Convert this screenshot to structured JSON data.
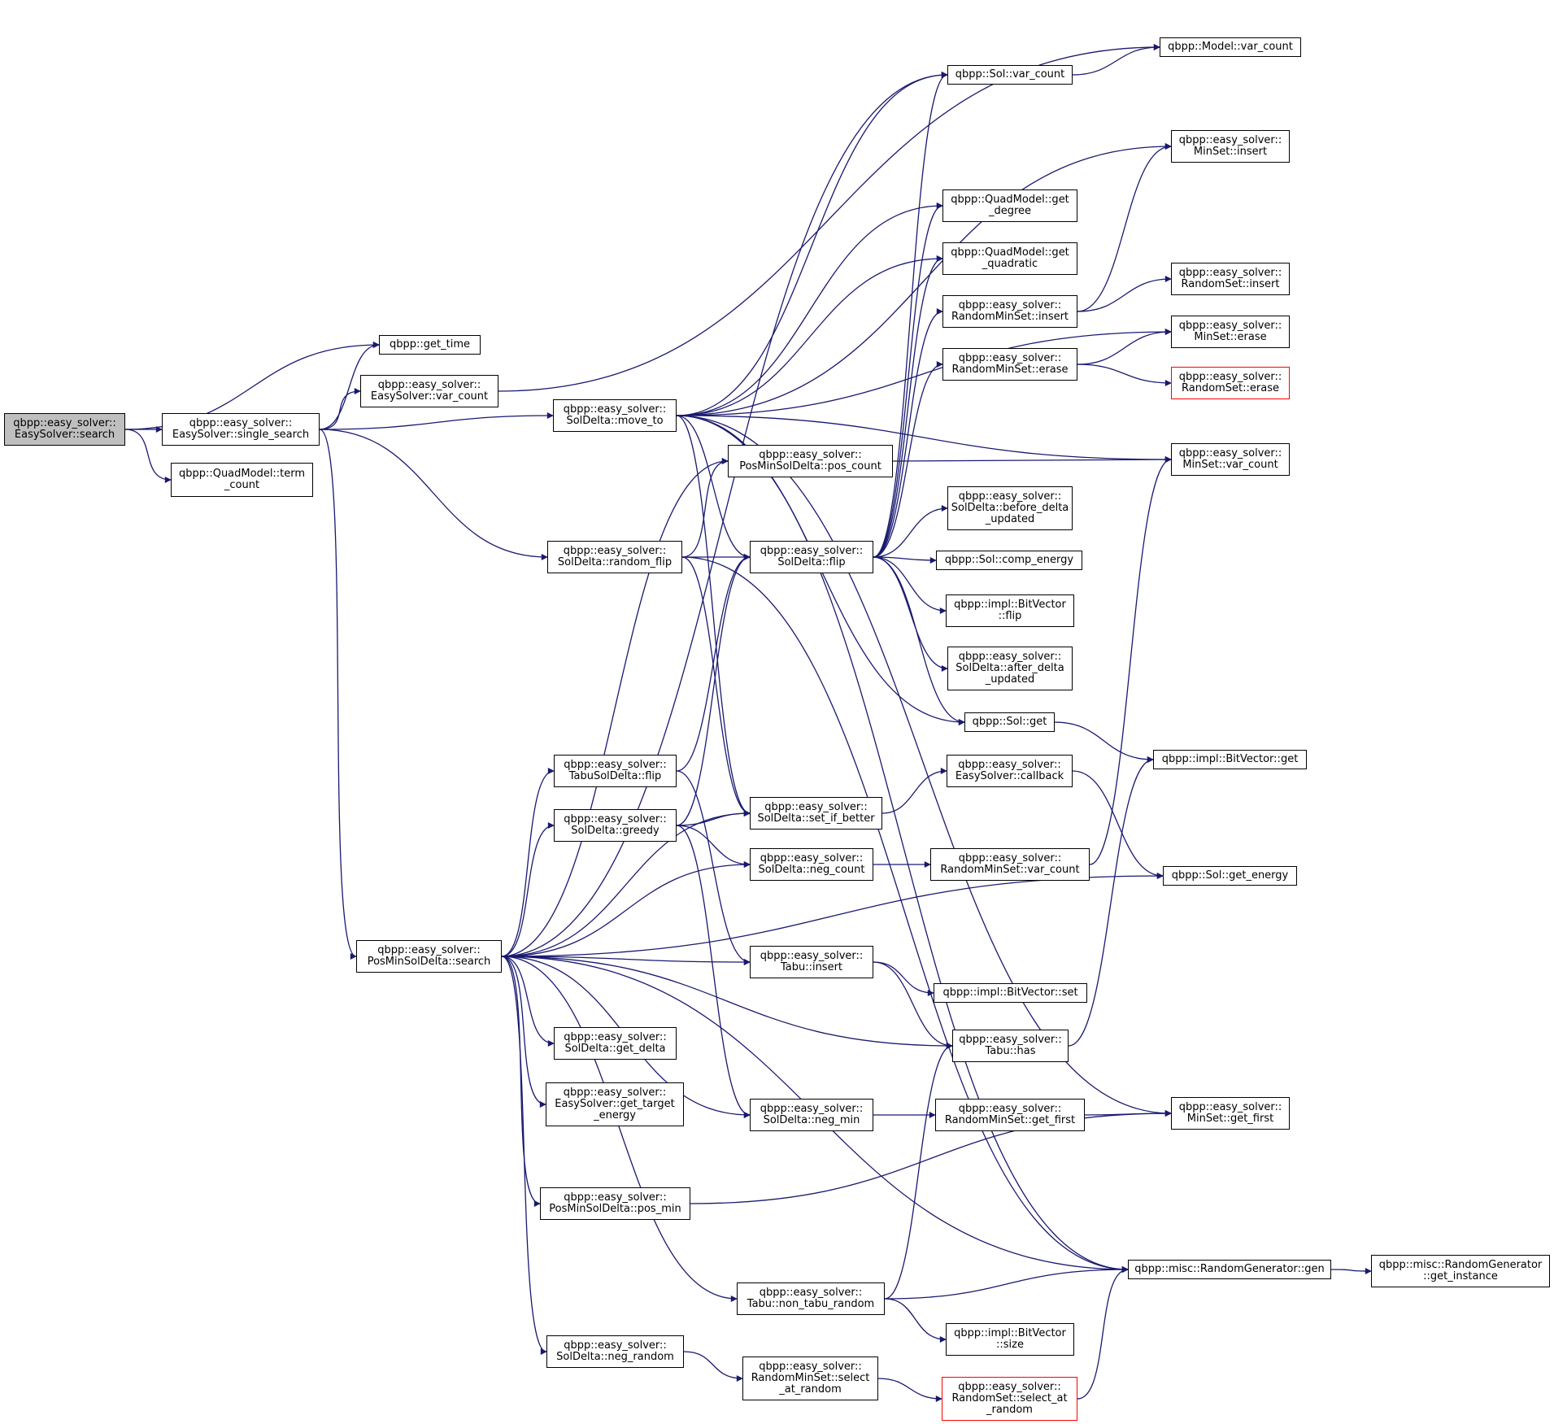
{
  "diagram": {
    "colors": {
      "edge": "#191970",
      "node_border": "#000000",
      "root_fill": "#bfbfbf",
      "truncated_border": "#ff0000"
    },
    "nodes": [
      {
        "id": "root",
        "lines": [
          "qbpp::easy_solver::",
          "EasySolver::search"
        ],
        "root": true
      },
      {
        "id": "get_time",
        "lines": [
          "qbpp::get_time"
        ]
      },
      {
        "id": "es_var_count",
        "lines": [
          "qbpp::easy_solver::",
          "EasySolver::var_count"
        ]
      },
      {
        "id": "single_search",
        "lines": [
          "qbpp::easy_solver::",
          "EasySolver::single_search"
        ]
      },
      {
        "id": "term_count",
        "lines": [
          "qbpp::QuadModel::term",
          "_count"
        ]
      },
      {
        "id": "move_to",
        "lines": [
          "qbpp::easy_solver::",
          "SolDelta::move_to"
        ]
      },
      {
        "id": "random_flip",
        "lines": [
          "qbpp::easy_solver::",
          "SolDelta::random_flip"
        ]
      },
      {
        "id": "pms_search",
        "lines": [
          "qbpp::easy_solver::",
          "PosMinSolDelta::search"
        ]
      },
      {
        "id": "pos_count",
        "lines": [
          "qbpp::easy_solver::",
          "PosMinSolDelta::pos_count"
        ]
      },
      {
        "id": "sd_flip",
        "lines": [
          "qbpp::easy_solver::",
          "SolDelta::flip"
        ]
      },
      {
        "id": "tabu_flip",
        "lines": [
          "qbpp::easy_solver::",
          "TabuSolDelta::flip"
        ]
      },
      {
        "id": "greedy",
        "lines": [
          "qbpp::easy_solver::",
          "SolDelta::greedy"
        ]
      },
      {
        "id": "set_if_better",
        "lines": [
          "qbpp::easy_solver::",
          "SolDelta::set_if_better"
        ]
      },
      {
        "id": "neg_count",
        "lines": [
          "qbpp::easy_solver::",
          "SolDelta::neg_count"
        ]
      },
      {
        "id": "tabu_insert",
        "lines": [
          "qbpp::easy_solver::",
          "Tabu::insert"
        ]
      },
      {
        "id": "get_delta",
        "lines": [
          "qbpp::easy_solver::",
          "SolDelta::get_delta"
        ]
      },
      {
        "id": "get_target_energy",
        "lines": [
          "qbpp::easy_solver::",
          "EasySolver::get_target",
          "_energy"
        ]
      },
      {
        "id": "neg_min",
        "lines": [
          "qbpp::easy_solver::",
          "SolDelta::neg_min"
        ]
      },
      {
        "id": "pos_min",
        "lines": [
          "qbpp::easy_solver::",
          "PosMinSolDelta::pos_min"
        ]
      },
      {
        "id": "non_tabu_random",
        "lines": [
          "qbpp::easy_solver::",
          "Tabu::non_tabu_random"
        ]
      },
      {
        "id": "neg_random",
        "lines": [
          "qbpp::easy_solver::",
          "SolDelta::neg_random"
        ]
      },
      {
        "id": "rms_select_at_random",
        "lines": [
          "qbpp::easy_solver::",
          "RandomMinSet::select",
          "_at_random"
        ]
      },
      {
        "id": "sol_var_count",
        "lines": [
          "qbpp::Sol::var_count"
        ]
      },
      {
        "id": "get_degree",
        "lines": [
          "qbpp::QuadModel::get",
          "_degree"
        ]
      },
      {
        "id": "get_quadratic",
        "lines": [
          "qbpp::QuadModel::get",
          "_quadratic"
        ]
      },
      {
        "id": "rms_insert",
        "lines": [
          "qbpp::easy_solver::",
          "RandomMinSet::insert"
        ]
      },
      {
        "id": "rms_erase",
        "lines": [
          "qbpp::easy_solver::",
          "RandomMinSet::erase"
        ]
      },
      {
        "id": "before_delta",
        "lines": [
          "qbpp::easy_solver::",
          "SolDelta::before_delta",
          "_updated"
        ]
      },
      {
        "id": "comp_energy",
        "lines": [
          "qbpp::Sol::comp_energy"
        ]
      },
      {
        "id": "bv_flip",
        "lines": [
          "qbpp::impl::BitVector",
          "::flip"
        ]
      },
      {
        "id": "after_delta",
        "lines": [
          "qbpp::easy_solver::",
          "SolDelta::after_delta",
          "_updated"
        ]
      },
      {
        "id": "sol_get",
        "lines": [
          "qbpp::Sol::get"
        ]
      },
      {
        "id": "callback",
        "lines": [
          "qbpp::easy_solver::",
          "EasySolver::callback"
        ]
      },
      {
        "id": "rms_var_count",
        "lines": [
          "qbpp::easy_solver::",
          "RandomMinSet::var_count"
        ]
      },
      {
        "id": "bv_set",
        "lines": [
          "qbpp::impl::BitVector::set"
        ]
      },
      {
        "id": "tabu_has",
        "lines": [
          "qbpp::easy_solver::",
          "Tabu::has"
        ]
      },
      {
        "id": "rms_get_first",
        "lines": [
          "qbpp::easy_solver::",
          "RandomMinSet::get_first"
        ]
      },
      {
        "id": "bv_size",
        "lines": [
          "qbpp::impl::BitVector",
          "::size"
        ]
      },
      {
        "id": "rs_select_at_random",
        "lines": [
          "qbpp::easy_solver::",
          "RandomSet::select_at",
          "_random"
        ],
        "truncated": true
      },
      {
        "id": "model_var_count",
        "lines": [
          "qbpp::Model::var_count"
        ]
      },
      {
        "id": "ms_insert",
        "lines": [
          "qbpp::easy_solver::",
          "MinSet::insert"
        ]
      },
      {
        "id": "rs_insert",
        "lines": [
          "qbpp::easy_solver::",
          "RandomSet::insert"
        ]
      },
      {
        "id": "ms_erase",
        "lines": [
          "qbpp::easy_solver::",
          "MinSet::erase"
        ]
      },
      {
        "id": "rs_erase",
        "lines": [
          "qbpp::easy_solver::",
          "RandomSet::erase"
        ],
        "truncated": true
      },
      {
        "id": "ms_var_count",
        "lines": [
          "qbpp::easy_solver::",
          "MinSet::var_count"
        ]
      },
      {
        "id": "bv_get",
        "lines": [
          "qbpp::impl::BitVector::get"
        ]
      },
      {
        "id": "sol_get_energy",
        "lines": [
          "qbpp::Sol::get_energy"
        ]
      },
      {
        "id": "ms_get_first",
        "lines": [
          "qbpp::easy_solver::",
          "MinSet::get_first"
        ]
      },
      {
        "id": "rg_gen",
        "lines": [
          "qbpp::misc::RandomGenerator::gen"
        ]
      },
      {
        "id": "rg_get_instance",
        "lines": [
          "qbpp::misc::RandomGenerator",
          "::get_instance"
        ]
      }
    ],
    "edges": [
      [
        "root",
        "get_time"
      ],
      [
        "root",
        "single_search"
      ],
      [
        "root",
        "term_count"
      ],
      [
        "single_search",
        "get_time"
      ],
      [
        "single_search",
        "es_var_count"
      ],
      [
        "single_search",
        "move_to"
      ],
      [
        "single_search",
        "random_flip"
      ],
      [
        "single_search",
        "pms_search"
      ],
      [
        "es_var_count",
        "model_var_count"
      ],
      [
        "move_to",
        "sol_var_count"
      ],
      [
        "move_to",
        "ms_insert"
      ],
      [
        "move_to",
        "get_degree"
      ],
      [
        "move_to",
        "get_quadratic"
      ],
      [
        "move_to",
        "ms_erase"
      ],
      [
        "move_to",
        "ms_var_count"
      ],
      [
        "move_to",
        "sd_flip"
      ],
      [
        "move_to",
        "sol_get"
      ],
      [
        "move_to",
        "set_if_better"
      ],
      [
        "move_to",
        "rg_gen"
      ],
      [
        "move_to",
        "ms_get_first"
      ],
      [
        "random_flip",
        "pos_count"
      ],
      [
        "random_flip",
        "sd_flip"
      ],
      [
        "random_flip",
        "set_if_better"
      ],
      [
        "random_flip",
        "rg_gen"
      ],
      [
        "pos_count",
        "ms_var_count"
      ],
      [
        "sd_flip",
        "sol_var_count"
      ],
      [
        "sd_flip",
        "get_degree"
      ],
      [
        "sd_flip",
        "get_quadratic"
      ],
      [
        "sd_flip",
        "rms_insert"
      ],
      [
        "sd_flip",
        "rms_erase"
      ],
      [
        "sd_flip",
        "before_delta"
      ],
      [
        "sd_flip",
        "comp_energy"
      ],
      [
        "sd_flip",
        "bv_flip"
      ],
      [
        "sd_flip",
        "after_delta"
      ],
      [
        "sd_flip",
        "sol_get"
      ],
      [
        "sol_var_count",
        "model_var_count"
      ],
      [
        "rms_insert",
        "ms_insert"
      ],
      [
        "rms_insert",
        "rs_insert"
      ],
      [
        "rms_erase",
        "ms_erase"
      ],
      [
        "rms_erase",
        "rs_erase"
      ],
      [
        "sol_get",
        "bv_get"
      ],
      [
        "pms_search",
        "sol_var_count"
      ],
      [
        "pms_search",
        "pos_count"
      ],
      [
        "pms_search",
        "set_if_better"
      ],
      [
        "pms_search",
        "tabu_flip"
      ],
      [
        "pms_search",
        "greedy"
      ],
      [
        "pms_search",
        "neg_count"
      ],
      [
        "pms_search",
        "sol_get_energy"
      ],
      [
        "pms_search",
        "tabu_insert"
      ],
      [
        "pms_search",
        "tabu_has"
      ],
      [
        "pms_search",
        "get_delta"
      ],
      [
        "pms_search",
        "get_target_energy"
      ],
      [
        "pms_search",
        "neg_min"
      ],
      [
        "pms_search",
        "pos_min"
      ],
      [
        "pms_search",
        "rg_gen"
      ],
      [
        "pms_search",
        "non_tabu_random"
      ],
      [
        "pms_search",
        "neg_random"
      ],
      [
        "tabu_flip",
        "sd_flip"
      ],
      [
        "tabu_flip",
        "tabu_insert"
      ],
      [
        "greedy",
        "sd_flip"
      ],
      [
        "greedy",
        "set_if_better"
      ],
      [
        "greedy",
        "neg_count"
      ],
      [
        "greedy",
        "neg_min"
      ],
      [
        "set_if_better",
        "callback"
      ],
      [
        "callback",
        "sol_get_energy"
      ],
      [
        "neg_count",
        "rms_var_count"
      ],
      [
        "rms_var_count",
        "ms_var_count"
      ],
      [
        "tabu_insert",
        "bv_set"
      ],
      [
        "tabu_insert",
        "tabu_has"
      ],
      [
        "tabu_has",
        "bv_get"
      ],
      [
        "neg_min",
        "rms_get_first"
      ],
      [
        "rms_get_first",
        "ms_get_first"
      ],
      [
        "pos_min",
        "ms_get_first"
      ],
      [
        "non_tabu_random",
        "tabu_has"
      ],
      [
        "non_tabu_random",
        "rg_gen"
      ],
      [
        "non_tabu_random",
        "bv_size"
      ],
      [
        "neg_random",
        "rms_select_at_random"
      ],
      [
        "rms_select_at_random",
        "rs_select_at_random"
      ],
      [
        "rs_select_at_random",
        "rg_gen"
      ],
      [
        "rg_gen",
        "rg_get_instance"
      ]
    ]
  }
}
